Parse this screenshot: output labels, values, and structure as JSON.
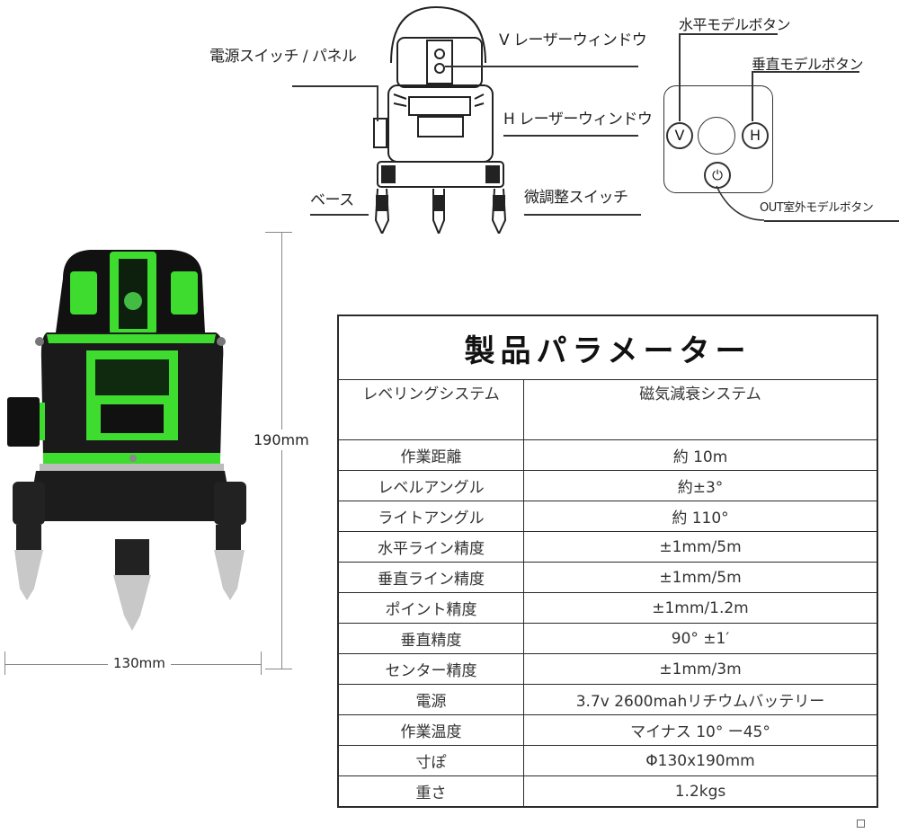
{
  "diagram": {
    "callouts": {
      "power_switch_panel": "電源スイッチ / パネル",
      "v_laser_window": "V レーザーウィンドウ",
      "h_laser_window": "H レーザーウィンドウ",
      "base": "ベース",
      "fine_adjust_switch": "微調整スイッチ"
    },
    "panel": {
      "horizontal_mode_button": "水平モデルボタン",
      "vertical_mode_button": "垂直モデルボタン",
      "outdoor_mode_button": "OUT室外モデルボタン",
      "v_label": "V",
      "h_label": "H",
      "power_glyph": "⏻"
    }
  },
  "product": {
    "height_label": "190mm",
    "width_label": "130mm",
    "colors": {
      "body": "#141414",
      "accent": "#3ddc2e",
      "metal": "#c8c8c8"
    }
  },
  "spec_table": {
    "title": "製品パラメーター",
    "rows": [
      {
        "key": "レベリングシステム",
        "value": "磁気減衰システム"
      },
      {
        "key": "作業距離",
        "value": "約 10m"
      },
      {
        "key": "レベルアングル",
        "value": "約±3°"
      },
      {
        "key": "ライトアングル",
        "value": "約 110°"
      },
      {
        "key": "水平ライン精度",
        "value": "±1mm/5m"
      },
      {
        "key": "垂直ライン精度",
        "value": "±1mm/5m"
      },
      {
        "key": "ポイント精度",
        "value": "±1mm/1.2m"
      },
      {
        "key": "垂直精度",
        "value": "90° ±1′"
      },
      {
        "key": "センター精度",
        "value": "±1mm/3m"
      },
      {
        "key": "電源",
        "value": "3.7v 2600mahリチウムバッテリー"
      },
      {
        "key": "作業温度",
        "value": "マイナス 10° ー45°"
      },
      {
        "key": "寸ぽ",
        "value": "Φ130x190mm"
      },
      {
        "key": "重さ",
        "value": "1.2kgs"
      }
    ]
  }
}
